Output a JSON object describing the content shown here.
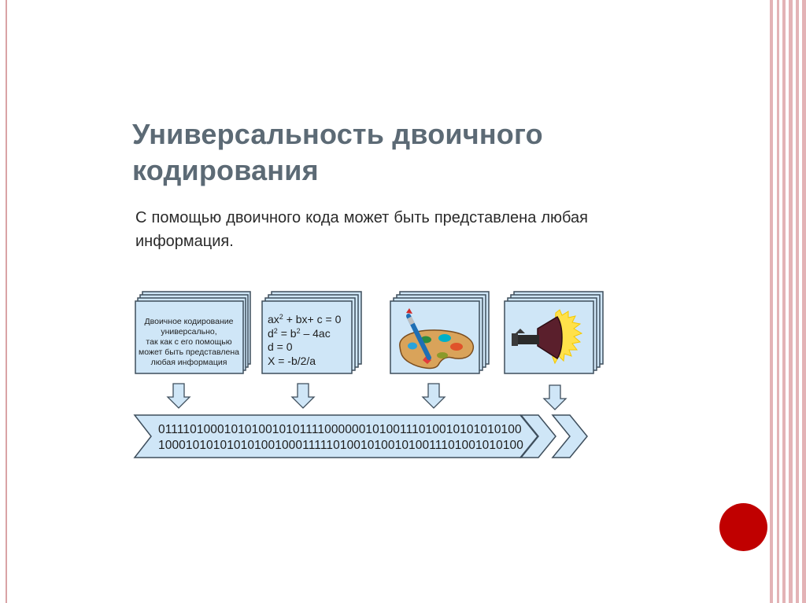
{
  "slide": {
    "title": "Универсальность двоичного кодирования",
    "lead": "С помощью двоичного кода может быть представлена любая информация.",
    "accent_color": "#c00000",
    "frame_color": "#e3b3b6"
  },
  "diagram": {
    "sources": [
      {
        "kind": "text",
        "lines": [
          "Двоичное кодирование",
          "универсально,",
          "так как с его помощью",
          "может быть представлена",
          "любая информация"
        ]
      },
      {
        "kind": "formula",
        "lines": [
          {
            "base": "ax",
            "sup": "2",
            "rest": " + bx+  c = 0"
          },
          {
            "base": "d",
            "sup": "2",
            "mid": " = b",
            "sup2": "2",
            "rest": " – 4ac"
          },
          {
            "base": "d = 0"
          },
          {
            "base": "X = -b/2/a"
          }
        ]
      },
      {
        "kind": "image",
        "icon": "paint-palette-icon"
      },
      {
        "kind": "sound",
        "icon": "loudspeaker-icon"
      }
    ],
    "binary": {
      "line1": "011110100010101001010111100000010100111010010101010100",
      "line2": "100010101010101001000111110100101001010011101001010100"
    },
    "card_fill": "#cfe6f7",
    "arrow_fill": "#cfe6f7",
    "stroke": "#3e4e5c"
  }
}
